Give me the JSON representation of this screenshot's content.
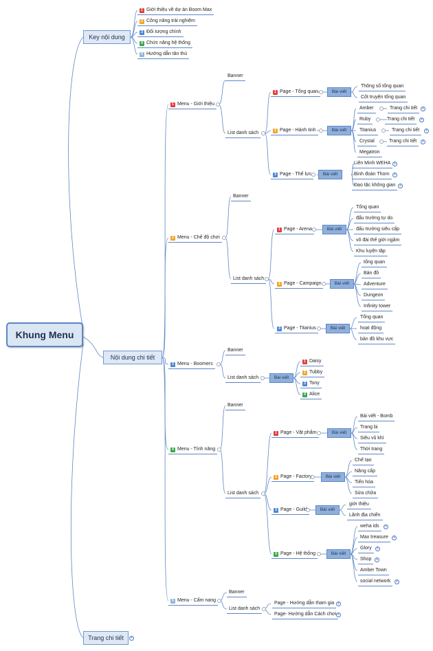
{
  "root": "Khung Menu",
  "key": {
    "label": "Key nội dung",
    "items": [
      "Giới thiệu về dự án Boom Max",
      "Công năng trải nghiệm",
      "Đối tượng chính",
      "Chức năng hệ thống",
      "Hướng dẫn tân thủ"
    ],
    "badges": [
      "1",
      "2",
      "3",
      "4",
      "5"
    ]
  },
  "detail": {
    "label": "Nội dung chi  tiết",
    "common": {
      "banner": "Banner",
      "list": "List danh sách",
      "article": "Bài viết"
    },
    "m1": {
      "badge": "1",
      "label": "Menu - Giới thiệu",
      "tongquan": {
        "badge": "1",
        "label": "Page - Tổng quan",
        "items": [
          "Thông số tổng quan",
          "Cốt truyện tổng quan"
        ]
      },
      "hanhtinh": {
        "badge": "2",
        "label": "Page - Hành tinh",
        "items": [
          "Amber",
          "Ruby",
          "Titanius",
          "Crystal",
          "Megatron"
        ],
        "subs": [
          "Trang chi tiết",
          "Trang chi tiết",
          "Trang chi tiết",
          "Trang chi tiết"
        ]
      },
      "theluc": {
        "badge": "3",
        "label": "Page - Thế lực",
        "items": [
          "Liên Minh WEHA",
          "Binh đoàn Thorn",
          "Đạo tặc không gian"
        ]
      }
    },
    "m2": {
      "badge": "2",
      "label": "Menu - Chế độ chơi",
      "arena": {
        "badge": "1",
        "label": "Page - Arena",
        "items": [
          "Tổng quan",
          "đấu trường tự do",
          "đấu trường siêu cấp",
          "võ đài thế giới ngầm",
          "Khu luyện tập"
        ]
      },
      "campaign": {
        "badge": "2",
        "label": "Page - Campaign",
        "items": [
          "tổng quan",
          "Bản đồ",
          "Adventure",
          "Dungeon",
          "Infinity tower"
        ]
      },
      "titanius": {
        "badge": "3",
        "label": "Page - Titanius",
        "items": [
          "Tổng quan",
          "hoạt động",
          "bản đồ khu vực"
        ]
      }
    },
    "m3": {
      "badge": "3",
      "label": "Menu - Boomers",
      "items": [
        "Daisy",
        "Tubby",
        "Tony",
        "Alice"
      ],
      "badges": [
        "1",
        "2",
        "3",
        "4"
      ]
    },
    "m4": {
      "badge": "4",
      "label": "Menu - Tính năng",
      "vatpham": {
        "badge": "1",
        "label": "Page - Vật phẩm",
        "items": [
          "Bài viết - Bomb",
          "Trang bị",
          "Siêu vũ khí",
          "Thời trang"
        ]
      },
      "factory": {
        "badge": "2",
        "label": "Page - Factory",
        "items": [
          "Chế tạo",
          "Nâng cấp",
          "Tiến hóa",
          "Sửa chữa"
        ]
      },
      "guild": {
        "badge": "3",
        "label": "Page - Guild",
        "items": [
          "giới thiệu",
          "Lãnh địa chiến"
        ]
      },
      "hethong": {
        "badge": "4",
        "label": "Page - Hệ thống",
        "items": [
          "weha ids",
          "Max treasure",
          "Glory",
          "Shop",
          "Amber Town",
          "social network"
        ]
      }
    },
    "m5": {
      "badge": "5",
      "label": "Menu - Cẩm nang",
      "pages": [
        "Page - Hướng dẫn tham gia",
        "Page- Hướng dẫn Cách chơi"
      ]
    }
  },
  "trang": {
    "label": "Trang chi tiết"
  }
}
